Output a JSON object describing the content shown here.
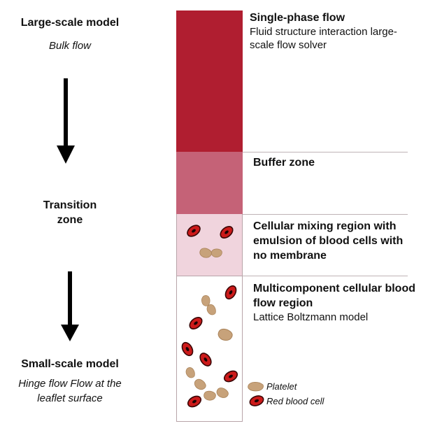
{
  "colors": {
    "single_phase": "#b01e30",
    "buffer": "#c56277",
    "mixing": "#f0d4dd",
    "border": "#b8a4a9",
    "rbc": "#cc1a1a",
    "platelet": "#c7a27a"
  },
  "left": {
    "large_title": "Large-scale model",
    "large_sub": "Bulk flow",
    "transition_title": "Transition zone",
    "small_title": "Small-scale model",
    "small_sub": "Hinge flow Flow at the leaflet surface"
  },
  "regions": {
    "single_phase": {
      "title": "Single-phase flow",
      "desc": "Fluid structure interaction large-scale flow solver"
    },
    "buffer": {
      "title": "Buffer zone"
    },
    "mixing": {
      "title": "Cellular mixing region with emulsion of blood cells with no membrane"
    },
    "multicomponent": {
      "title": "Multicomponent cellular blood flow region",
      "desc": "Lattice Boltzmann model"
    }
  },
  "legend": {
    "platelet": "Platelet",
    "rbc": "Red blood cell"
  }
}
